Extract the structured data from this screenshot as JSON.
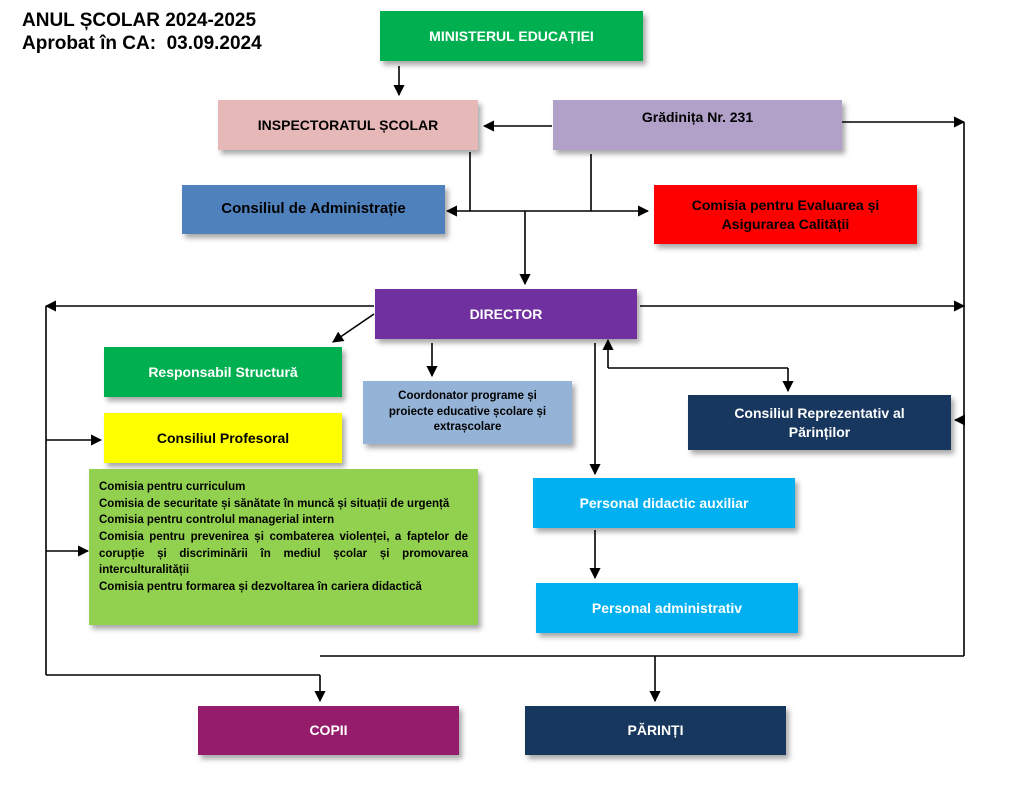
{
  "header": {
    "line1": "ANUL ȘCOLAR 2024-2025",
    "line2": "Aprobat în CA:  03.09.2024"
  },
  "boxes": {
    "ministerul": "MINISTERUL EDUCAȚIEI",
    "inspectoratul": "INSPECTORATUL ȘCOLAR",
    "gradinita": "Grădinița Nr. 231",
    "consiliul_admin": "Consiliul de Administrație",
    "comisia_calitate": "Comisia pentru Evaluarea și Asigurarea Calității",
    "director": "DIRECTOR",
    "responsabil": "Responsabil Structură",
    "coordonator": "Coordonator programe și proiecte educative școlare și extrașcolare",
    "consiliul_parinti": "Consiliul Reprezentativ al Părinților",
    "consiliul_profesoral": "Consiliul Profesoral",
    "personal_didactic": "Personal didactic auxiliar",
    "personal_admin": "Personal administrativ",
    "copii": "COPII",
    "parinti": "PĂRINȚI"
  },
  "comisii": [
    "Comisia pentru curriculum",
    "Comisia de securitate și sănătate în muncă și situații de urgență",
    "Comisia pentru controlul managerial intern",
    "Comisia pentru prevenirea și combaterea violenței, a faptelor de corupție și discriminării în mediul școlar și promovarea interculturalității",
    "Comisia pentru formarea și dezvoltarea în cariera didactică"
  ],
  "colors": {
    "green": "#00B050",
    "pink": "#E6B8B7",
    "lavender": "#B1A0C7",
    "blue": "#4F81BD",
    "red": "#FF0000",
    "purple": "#7030A0",
    "lightblue": "#95B3D7",
    "navy": "#17375E",
    "yellow": "#FFFF00",
    "lime": "#92D050",
    "cyan": "#00B0F0",
    "magenta": "#951B6B"
  }
}
